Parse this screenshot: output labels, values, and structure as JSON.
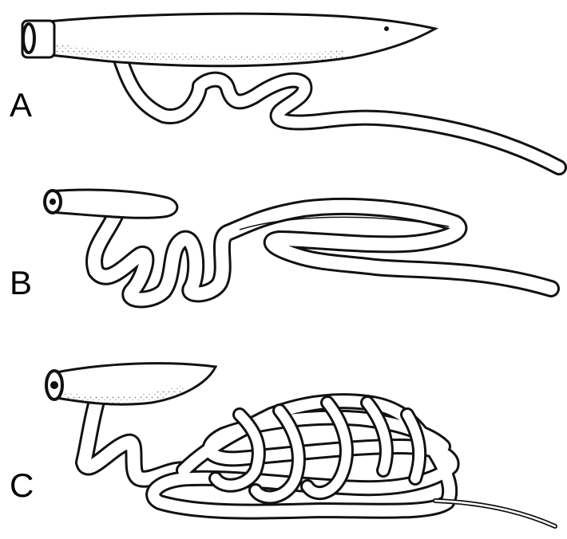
{
  "panels": [
    {
      "id": "A",
      "label": "A"
    },
    {
      "id": "B",
      "label": "B"
    },
    {
      "id": "C",
      "label": "C"
    }
  ],
  "colors": {
    "ink": "#111111",
    "paper": "#ffffff"
  }
}
